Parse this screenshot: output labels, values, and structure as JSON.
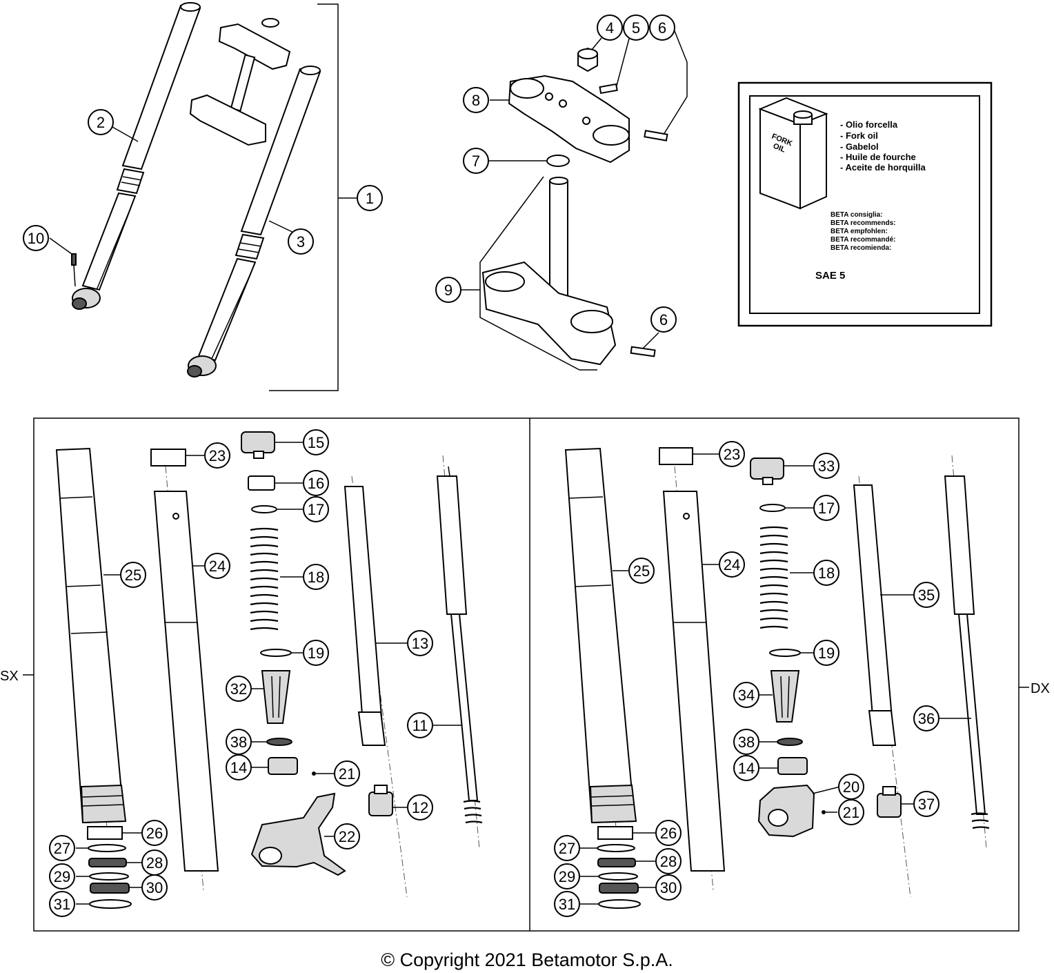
{
  "callouts": {
    "c1": "1",
    "c2": "2",
    "c3": "3",
    "c4": "4",
    "c5": "5",
    "c6a": "6",
    "c6b": "6",
    "c7": "7",
    "c8": "8",
    "c9": "9",
    "c10": "10",
    "l11": "11",
    "l12": "12",
    "l13": "13",
    "l14": "14",
    "l15": "15",
    "l16": "16",
    "l17": "17",
    "l18": "18",
    "l19": "19",
    "l21": "21",
    "l22": "22",
    "l23": "23",
    "l24": "24",
    "l25": "25",
    "l26": "26",
    "l27": "27",
    "l28": "28",
    "l29": "29",
    "l30": "30",
    "l31": "31",
    "l32": "32",
    "l38": "38",
    "r14": "14",
    "r17": "17",
    "r18": "18",
    "r19": "19",
    "r20": "20",
    "r21": "21",
    "r23": "23",
    "r24": "24",
    "r25": "25",
    "r26": "26",
    "r27": "27",
    "r28": "28",
    "r29": "29",
    "r30": "30",
    "r31": "31",
    "r33": "33",
    "r34": "34",
    "r35": "35",
    "r36": "36",
    "r37": "37",
    "r38": "38"
  },
  "side_labels": {
    "left": "SX",
    "right": "DX"
  },
  "oil_box": {
    "can_label_line1": "FORK",
    "can_label_line2": "OIL",
    "names": [
      "- Olio forcella",
      "- Fork oil",
      "- Gabelol",
      "- Huile de fourche",
      "- Aceite de horquilla"
    ],
    "recommends": [
      "BETA consiglia:",
      "BETA recommends:",
      "BETA empfohlen:",
      "BETA recommandé:",
      "BETA recomienda:"
    ],
    "grade": "SAE 5"
  },
  "copyright": "© Copyright 2021 Betamotor S.p.A."
}
